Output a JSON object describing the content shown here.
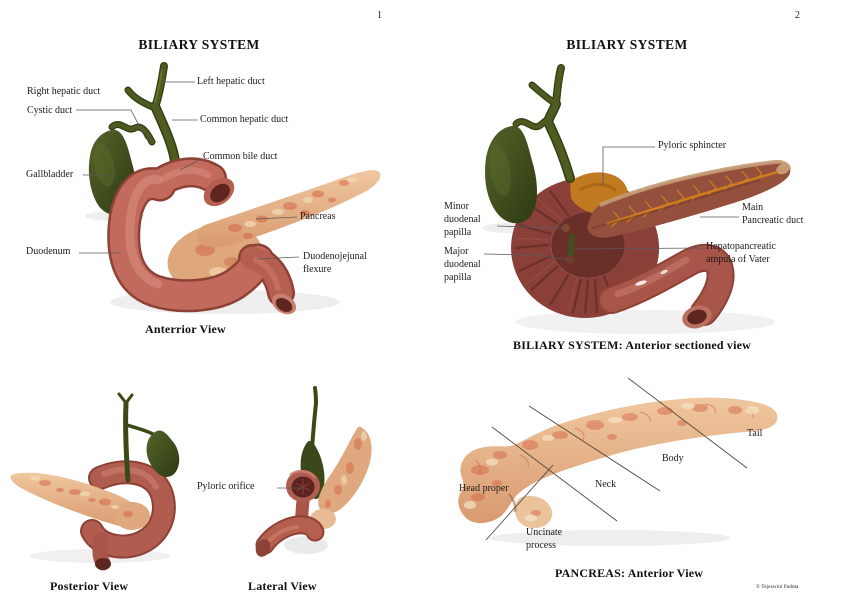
{
  "document": {
    "credit": "© Tejeswini Padma",
    "palette": {
      "duodenum": "#c26b5c",
      "duodenum_shadow": "#9c4a3e",
      "pancreas": "#e8b68e",
      "pancreas_mottle": "#d2603f",
      "gallbladder": "#4e5c24",
      "duct_green": "#4d5a20",
      "cut_interior": "#8a4038",
      "pancreatic_duct_orange": "#cf7d1e"
    }
  },
  "page1": {
    "page_number": "1",
    "title": "BILIARY SYSTEM",
    "anterior_figure": {
      "caption": "Anterrior View",
      "labels": {
        "left_hepatic_duct": "Left hepatic duct",
        "right_hepatic_duct": "Right hepatic duct",
        "cystic_duct": "Cystic duct",
        "common_hepatic_duct": "Common hepatic duct",
        "common_bile_duct": "Common bile duct",
        "gallbladder": "Gallbladder",
        "pancreas": "Pancreas",
        "duodenum": "Duodenum",
        "duodenojejunal_flexure": "Duodenojejunal flexure"
      }
    },
    "posterior_figure": {
      "caption": "Posterior View"
    },
    "lateral_figure": {
      "caption": "Lateral View",
      "labels": {
        "pyloric_orifice": "Pyloric orifice"
      }
    }
  },
  "page2": {
    "page_number": "2",
    "title": "BILIARY SYSTEM",
    "sectioned_figure": {
      "caption": "BILIARY SYSTEM: Anterior sectioned view",
      "labels": {
        "pyloric_sphincter": "Pyloric sphincter",
        "minor_duodenal_papilla": "Minor duodenal papilla",
        "major_duodenal_papilla": "Major duodenal papilla",
        "main_pancreatic_duct": "Main Pancreatic duct",
        "hepatopancreatic_ampula": "Hepatopancreatic ampula of Vater"
      }
    },
    "pancreas_figure": {
      "caption": "PANCREAS: Anterior View",
      "labels": {
        "head_proper": "Head proper",
        "uncinate_process": "Uncinate process",
        "neck": "Neck",
        "body": "Body",
        "tail": "Tail"
      }
    }
  }
}
